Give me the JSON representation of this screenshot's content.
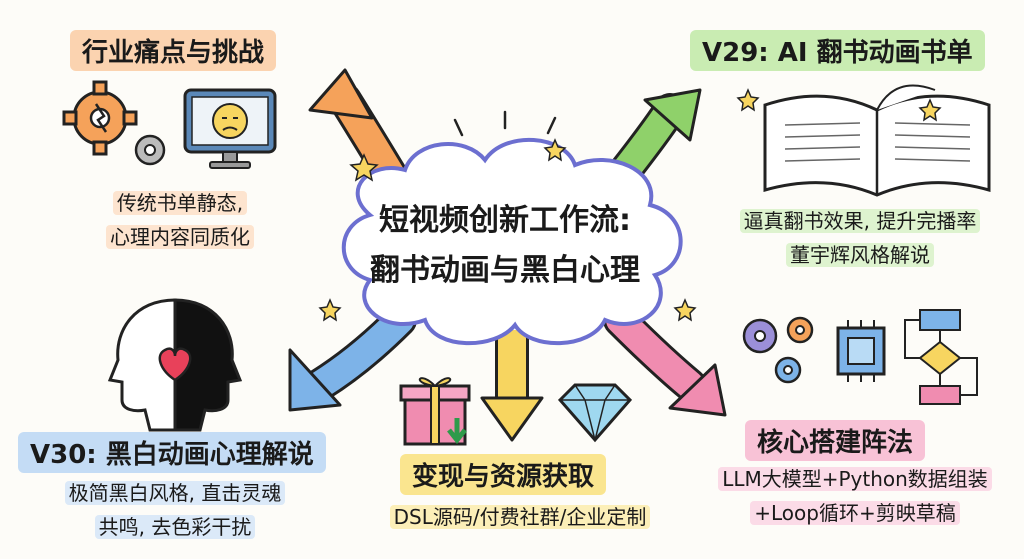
{
  "center": {
    "line1": "短视频创新工作流:",
    "line2": "翻书动画与黑白心理"
  },
  "topics": {
    "pain_points": {
      "title": "行业痛点与挑战",
      "line1": "传统书单静态,",
      "line2": "心理内容同质化"
    },
    "v29": {
      "title": "V29: AI 翻书动画书单",
      "line1": "逼真翻书效果, 提升完播率",
      "line2": "董宇辉风格解说"
    },
    "v30": {
      "title": "V30: 黑白动画心理解说",
      "line1": "极简黑白风格, 直击灵魂",
      "line2": "共鸣, 去色彩干扰"
    },
    "monetization": {
      "title": "变现与资源获取",
      "line1": "DSL源码/付费社群/企业定制"
    },
    "core_method": {
      "title": "核心搭建阵法",
      "line1": "LLM大模型+Python数据组装",
      "line2": "+Loop循环+剪映草稿"
    }
  },
  "colors": {
    "orange": "#f5a25a",
    "green": "#8fd16a",
    "blue": "#7db3e8",
    "yellow": "#f7d560",
    "pink": "#f08cb0",
    "cloud_border": "#6c6fd0"
  },
  "icons": [
    "gears-icon",
    "sad-monitor-icon",
    "open-book-icon",
    "head-heart-icon",
    "gift-icon",
    "diamond-icon",
    "gears-chip-icon",
    "flowchart-icon"
  ]
}
